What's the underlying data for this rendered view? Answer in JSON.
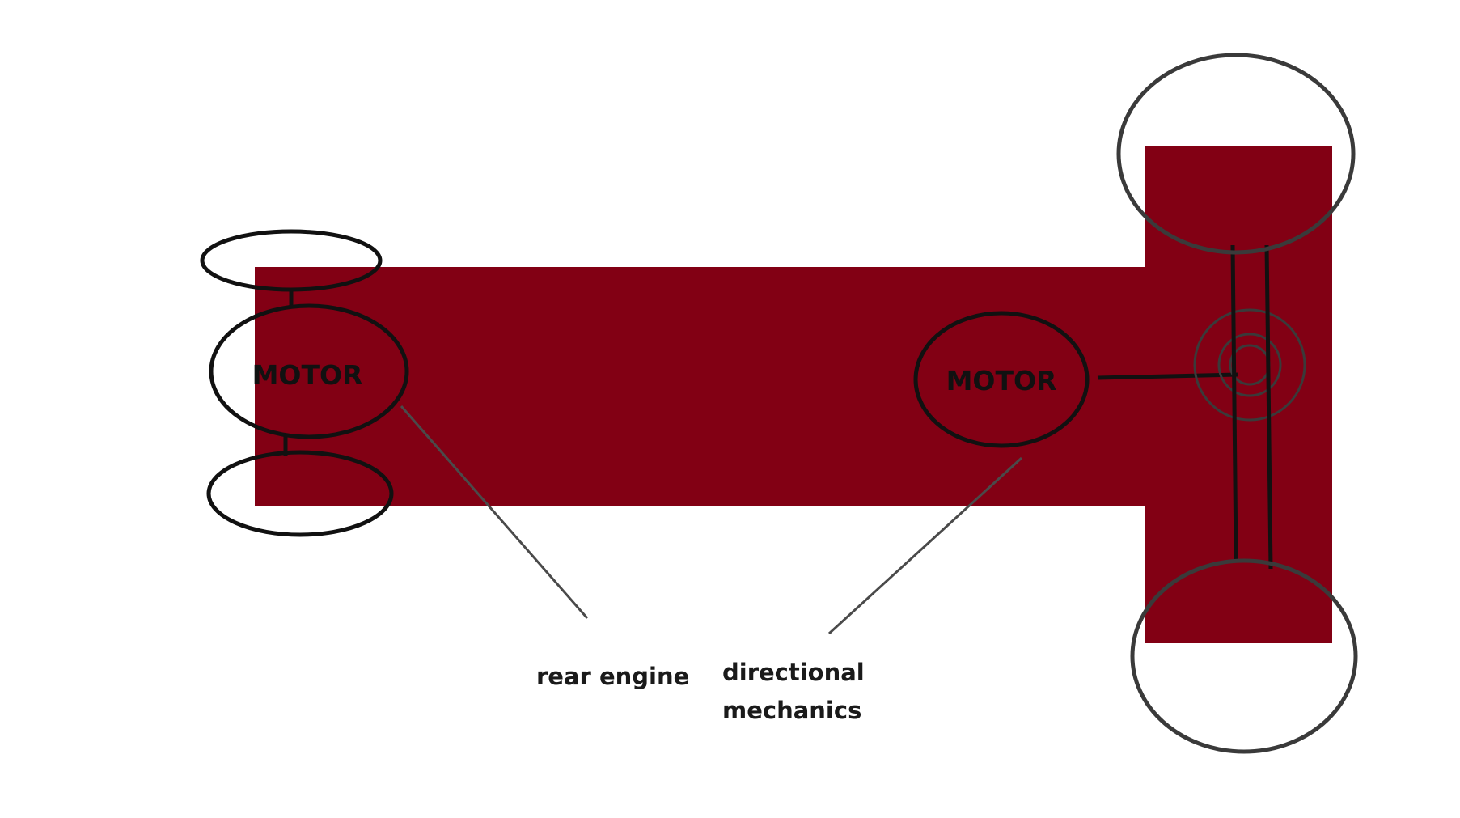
{
  "colors": {
    "chassis": "#820014",
    "outline": "#111111",
    "wheel_outline": "#3a3a3a",
    "leader_line": "#4a4a4a",
    "background": "#ffffff"
  },
  "rear_motor": {
    "label": "MOTOR"
  },
  "front_motor": {
    "label": "MOTOR"
  },
  "annotations": {
    "rear_engine": "rear engine",
    "directional_line1": "directional",
    "directional_line2": "mechanics"
  }
}
